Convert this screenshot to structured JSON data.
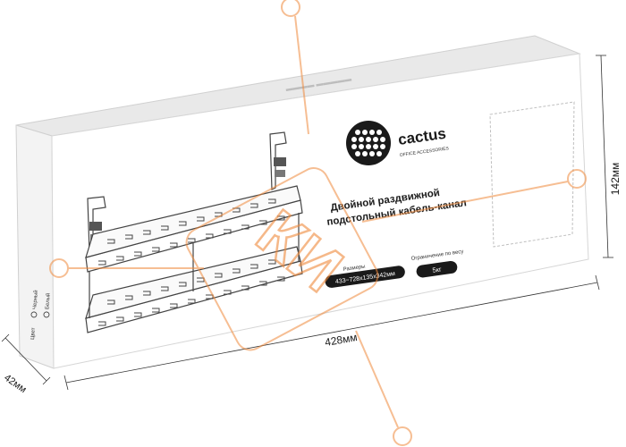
{
  "brand": {
    "name": "cactus",
    "tagline": "OFFICE ACCESSORIES"
  },
  "product": {
    "title_line1": "Двойной раздвижной",
    "title_line2": "подстольный кабель-канал"
  },
  "specs": {
    "size_label": "Размеры",
    "size_value": "433~728x135x342мм",
    "weight_label": "Ограничение по весу",
    "weight_value": "5кг"
  },
  "side_panel": {
    "color_label": "Цвет",
    "option_black": "Черный",
    "option_white": "Белый"
  },
  "dimensions": {
    "length": "428мм",
    "height": "142мм",
    "depth": "42мм"
  },
  "watermark": {
    "text": "КИ"
  },
  "colors": {
    "box_front": "#ffffff",
    "box_side": "#f4f4f4",
    "box_top": "#e9e9e9",
    "ink": "#1a1a1a",
    "watermark": "#f08a3c"
  }
}
